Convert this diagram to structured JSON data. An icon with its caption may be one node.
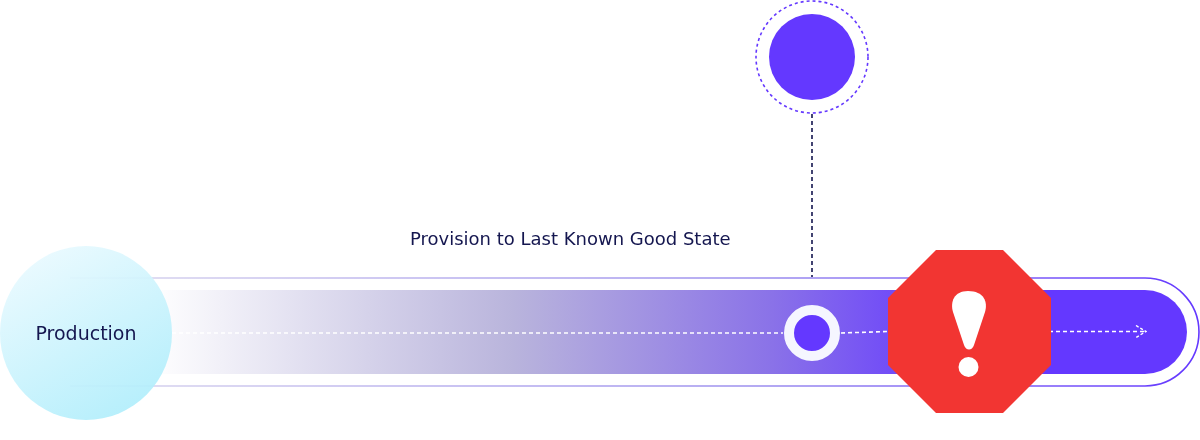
{
  "diagram": {
    "nodes": [
      {
        "text": [
          "Production"
        ]
      },
      {
        "text": [],
        "shape": "circle"
      },
      {
        "text": [],
        "shape": "bar"
      },
      {
        "text": [],
        "shape": "circle",
        "in": 2
      },
      {
        "text": [],
        "shape": "octagon"
      }
    ],
    "edges": [
      {
        "from": 1,
        "to": 2,
        "arrow": "none",
        "style": "dashed",
        "color": "#14164f"
      },
      {
        "from": 0,
        "to": 3,
        "arrow": "none",
        "style": "dashed"
      },
      {
        "from": 3,
        "to": 4,
        "arrow": "none",
        "style": "dashed"
      },
      {
        "from": 4,
        "to": 2,
        "arrow": "to",
        "style": "dashed"
      }
    ],
    "labels": [
      "Provision to Last Known Good State"
    ]
  }
}
